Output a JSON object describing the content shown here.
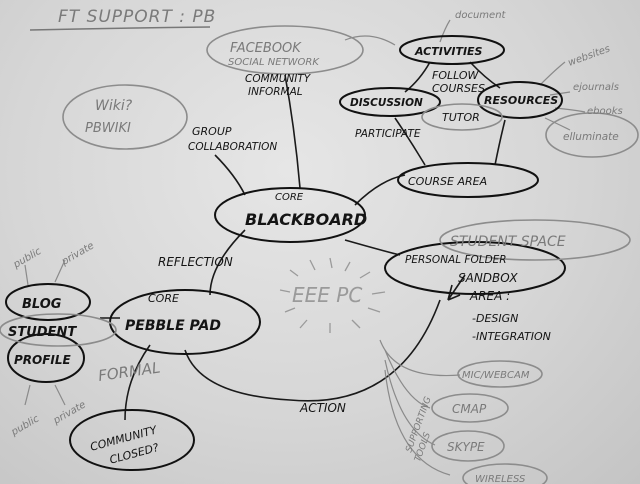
{
  "title": "FT SUPPORT : PB",
  "nodes": {
    "facebook": {
      "line1": "FACEBOOK",
      "line2": "SOCIAL NETWORK"
    },
    "community_informal": {
      "line1": "COMMUNITY",
      "line2": "INFORMAL"
    },
    "activities": "ACTIVITIES",
    "document": "document",
    "follow_courses": {
      "line1": "FOLLOW",
      "line2": "COURSES"
    },
    "discussion": "DISCUSSION",
    "tutor": "TUTOR",
    "resources": "RESOURCES",
    "websites": "websites",
    "ejournals": "ejournals",
    "ebooks": "ebooks",
    "elluminate": "elluminate",
    "participate": "PARTICIPATE",
    "course_area": "COURSE AREA",
    "wiki": {
      "line1": "Wiki?",
      "line2": "PBWIKI"
    },
    "group_collaboration": {
      "line1": "GROUP",
      "line2": "COLLABORATION"
    },
    "core_blackboard": {
      "core": "CORE",
      "name": "BLACKBOARD"
    },
    "student_space": "STUDENT SPACE",
    "personal_folder": {
      "line1": "PERSONAL FOLDER",
      "line2": "SANDBOX",
      "line3": "AREA :",
      "line4": "-DESIGN",
      "line5": "-INTEGRATION"
    },
    "reflection": "REFLECTION",
    "eeepc": "EEE PC",
    "blog": "BLOG",
    "student": "STUDENT",
    "profile": "PROFILE",
    "public_top": "public",
    "private_top": "private",
    "public_bottom": "public",
    "private_bottom": "private",
    "core_pebblepad": {
      "core": "CORE",
      "name": "PEBBLE PAD"
    },
    "formal": "FORMAL",
    "community_closed": {
      "line1": "COMMUNITY",
      "line2": "CLOSED?"
    },
    "action": "ACTION",
    "supporting_tools": {
      "line1": "SUPPORTING",
      "line2": "TOOLS"
    },
    "mic_webcam": "MIC/WEBCAM",
    "cmap": "CMAP",
    "skype": "SKYPE",
    "wireless": "WIRELESS"
  },
  "colors": {
    "paper": "#dcdcdc",
    "ink": "#141414",
    "pencil": "#7a7a7a"
  }
}
